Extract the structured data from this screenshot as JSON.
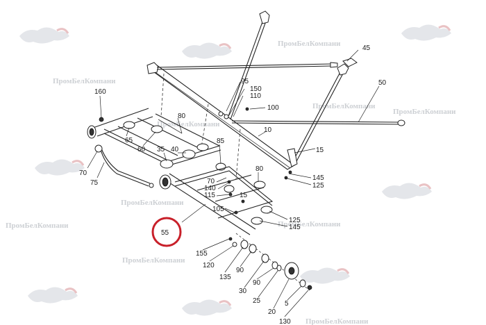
{
  "watermark": {
    "text": "ПромБелКомпани",
    "color": "#cdd0d4"
  },
  "highlight": {
    "label": "55",
    "color": "#c8202a"
  },
  "labels": {
    "l45": "45",
    "l95": "95",
    "l150": "150",
    "l110": "110",
    "l100": "100",
    "l50": "50",
    "l160": "160",
    "l80a": "80",
    "l10": "10",
    "l65": "65",
    "l60": "60",
    "l35": "35",
    "l40": "40",
    "l85": "85",
    "l15a": "15",
    "l70a": "70",
    "l75": "75",
    "l80b": "80",
    "l70b": "70",
    "l145a": "145",
    "l125a": "125",
    "l140": "140",
    "l115": "115",
    "l15b": "15",
    "l105": "105",
    "l125b": "125",
    "l145b": "145",
    "l155": "155",
    "l120": "120",
    "l135": "135",
    "l90a": "90",
    "l30": "30",
    "l90b": "90",
    "l25": "25",
    "l20": "20",
    "l5": "5",
    "l130": "130"
  }
}
